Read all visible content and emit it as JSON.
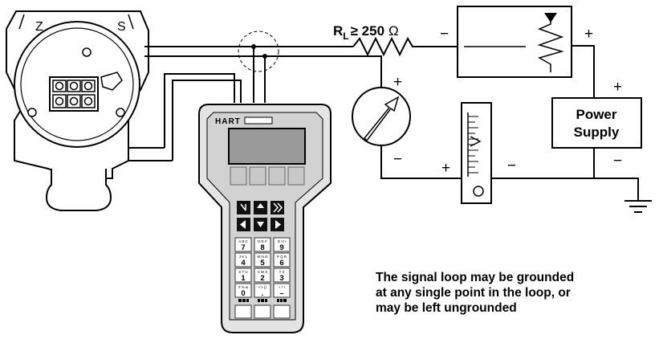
{
  "resistor": {
    "symbol": "R",
    "subscript": "L",
    "relation": "≥ 250",
    "unit": "Ω"
  },
  "power_supply": {
    "line1": "Power",
    "line2": "Supply"
  },
  "polarity": {
    "plus": "+",
    "minus": "−"
  },
  "transmitter": {
    "housing_marks": [
      "Z",
      "S"
    ]
  },
  "communicator": {
    "brand": "HART",
    "keys": [
      {
        "letters": "A B C",
        "digit": "7"
      },
      {
        "letters": "D E F",
        "digit": "8"
      },
      {
        "letters": "G H I",
        "digit": "9"
      },
      {
        "letters": "J K L",
        "digit": "4"
      },
      {
        "letters": "M N O",
        "digit": "5"
      },
      {
        "letters": "P Q R",
        "digit": "6"
      },
      {
        "letters": "S T U",
        "digit": "1"
      },
      {
        "letters": "V W X",
        "digit": "2"
      },
      {
        "letters": "Y Z",
        "digit": "3"
      },
      {
        "letters": "# % &",
        "digit": "0"
      },
      {
        "letters": "<> ()",
        "digit": "."
      },
      {
        "letters": "+ * /",
        "digit": "–"
      }
    ]
  },
  "note": {
    "lines": [
      "The signal loop may be grounded",
      "at any single point in the loop, or",
      "may be left ungrounded"
    ]
  }
}
